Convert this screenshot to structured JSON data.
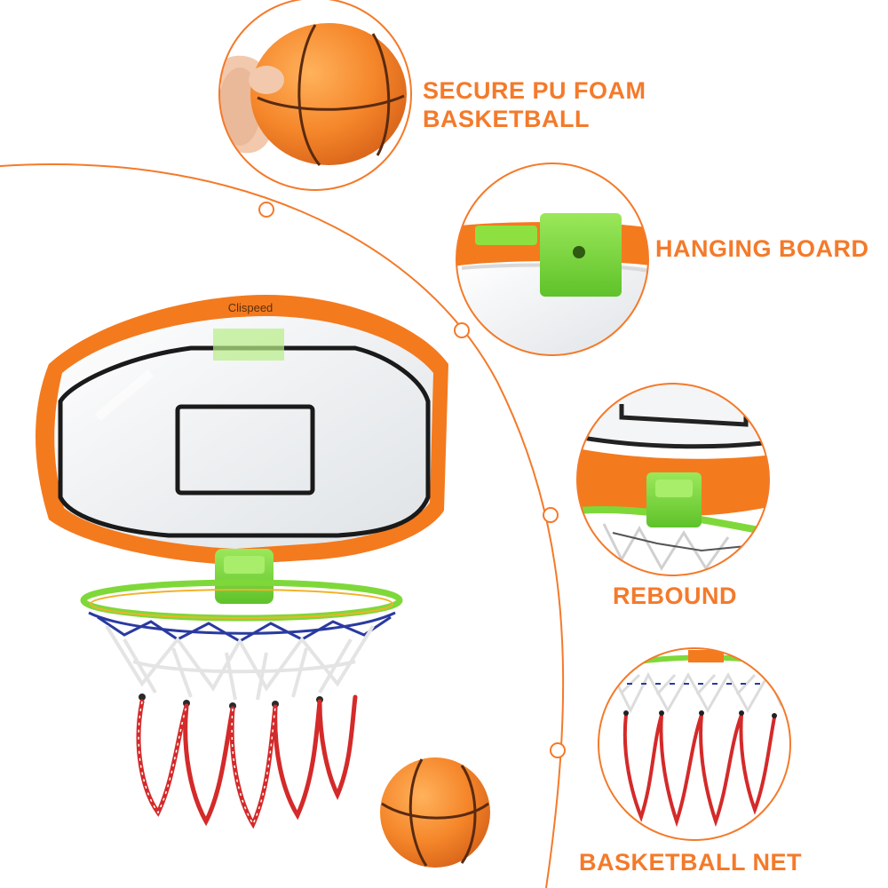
{
  "brand": {
    "logo_text": "Clispeed"
  },
  "features": [
    {
      "line1": "SECURE PU FOAM",
      "line2": "BASKETBALL"
    },
    {
      "label": "HANGING BOARD"
    },
    {
      "label": "REBOUND"
    },
    {
      "label": "BASKETBALL NET"
    }
  ],
  "colors": {
    "accent": "#f47a2a",
    "board_frame": "#f47a1e",
    "bracket_green": "#7fd83a",
    "ball_orange": "#f58a2a",
    "net_red": "#d42a2a",
    "net_blue": "#2a3aa0"
  }
}
